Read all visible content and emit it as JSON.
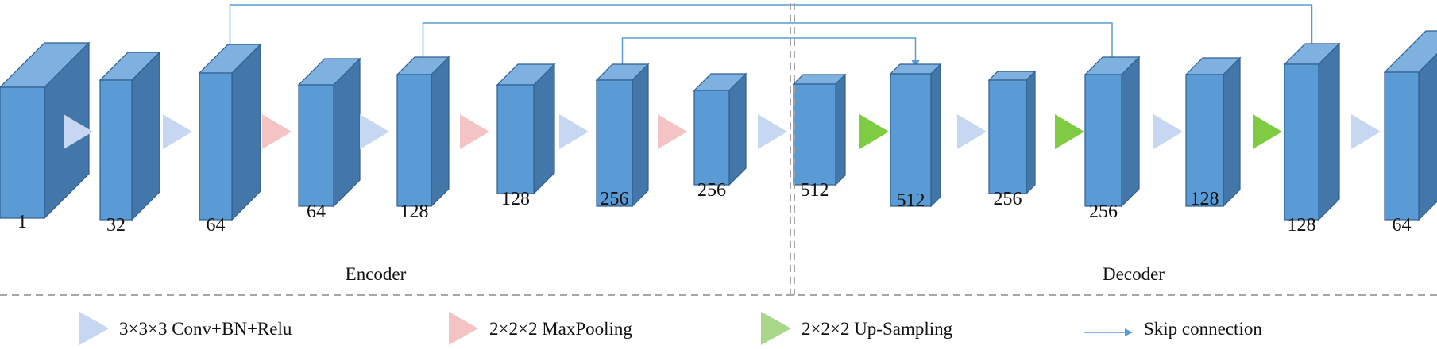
{
  "colors": {
    "block_front": "#5b9bd5",
    "block_top": "#7fb1e0",
    "block_side": "#4477a9",
    "conv": "#c5d7f1",
    "maxpool": "#f4c3c3",
    "upsample": "#7fcb42",
    "skip": "#5b9bd5"
  },
  "sections": {
    "encoder": "Encoder",
    "decoder": "Decoder"
  },
  "blocks": [
    {
      "label": "1"
    },
    {
      "label": "32"
    },
    {
      "label": "64"
    },
    {
      "label": "64"
    },
    {
      "label": "128"
    },
    {
      "label": "128"
    },
    {
      "label": "256"
    },
    {
      "label": "256"
    },
    {
      "label": "512"
    },
    {
      "label": "512"
    },
    {
      "label": "256"
    },
    {
      "label": "256"
    },
    {
      "label": "128"
    },
    {
      "label": "128"
    },
    {
      "label": "64"
    }
  ],
  "operations": [
    "conv",
    "conv",
    "maxpool",
    "conv",
    "maxpool",
    "conv",
    "maxpool",
    "conv",
    "upsample",
    "conv",
    "upsample",
    "conv",
    "upsample",
    "conv"
  ],
  "skip_connections": [
    {
      "from_block": 2,
      "to_block": 13
    },
    {
      "from_block": 4,
      "to_block": 11
    },
    {
      "from_block": 6,
      "to_block": 9
    }
  ],
  "legend": {
    "conv": "3×3×3 Conv+BN+Relu",
    "maxpool": "2×2×2 MaxPooling",
    "upsample": "2×2×2 Up-Sampling",
    "skip": "Skip connection"
  }
}
